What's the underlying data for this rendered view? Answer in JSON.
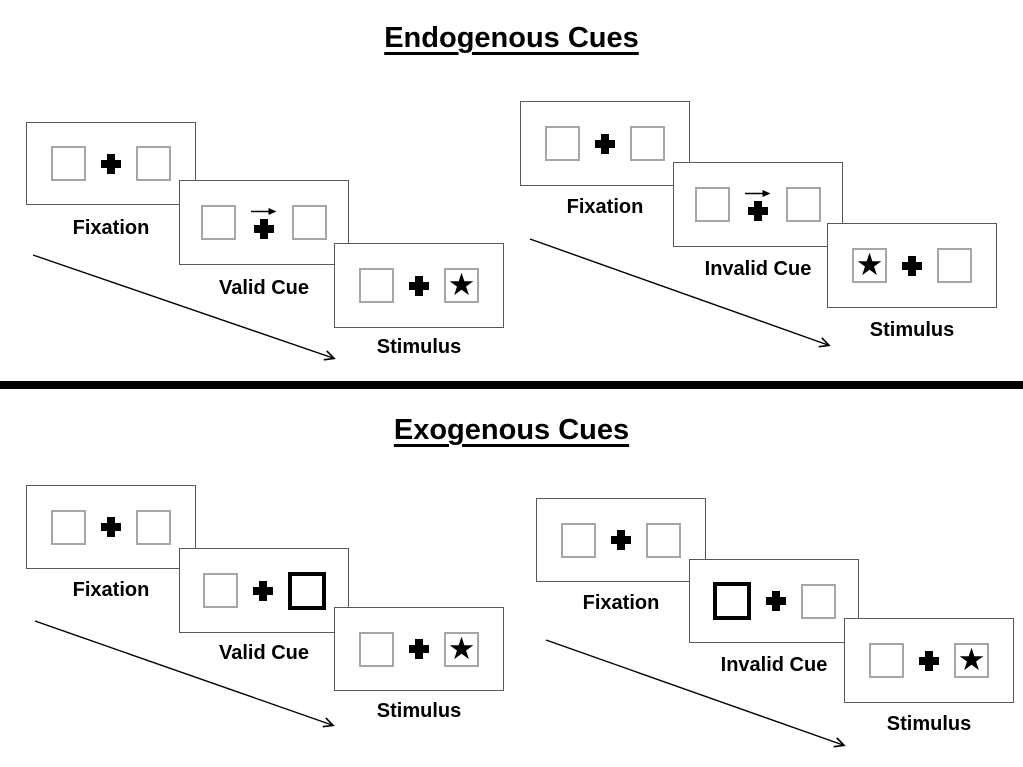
{
  "figure": {
    "sections": [
      {
        "title": "Endogenous Cues",
        "sequences": [
          {
            "condition": "valid",
            "cue_type": "central-arrow",
            "panels": [
              {
                "label": "Fixation"
              },
              {
                "label": "Valid Cue",
                "cue_arrow_direction": "right"
              },
              {
                "label": "Stimulus",
                "star_side": "right"
              }
            ]
          },
          {
            "condition": "invalid",
            "cue_type": "central-arrow",
            "panels": [
              {
                "label": "Fixation"
              },
              {
                "label": "Invalid Cue",
                "cue_arrow_direction": "right"
              },
              {
                "label": "Stimulus",
                "star_side": "left"
              }
            ]
          }
        ]
      },
      {
        "title": "Exogenous Cues",
        "sequences": [
          {
            "condition": "valid",
            "cue_type": "peripheral-box-highlight",
            "panels": [
              {
                "label": "Fixation"
              },
              {
                "label": "Valid Cue",
                "highlighted_box": "right"
              },
              {
                "label": "Stimulus",
                "star_side": "right"
              }
            ]
          },
          {
            "condition": "invalid",
            "cue_type": "peripheral-box-highlight",
            "panels": [
              {
                "label": "Fixation"
              },
              {
                "label": "Invalid Cue",
                "highlighted_box": "left"
              },
              {
                "label": "Stimulus",
                "star_side": "right"
              }
            ]
          }
        ]
      }
    ]
  },
  "glyphs": {
    "star": "★"
  },
  "colors": {
    "background": "#ffffff",
    "ink": "#000000",
    "panel_border": "#595959",
    "box_border": "#a6a6a6",
    "cue_highlight_border": "#000000",
    "divider": "#000000"
  }
}
